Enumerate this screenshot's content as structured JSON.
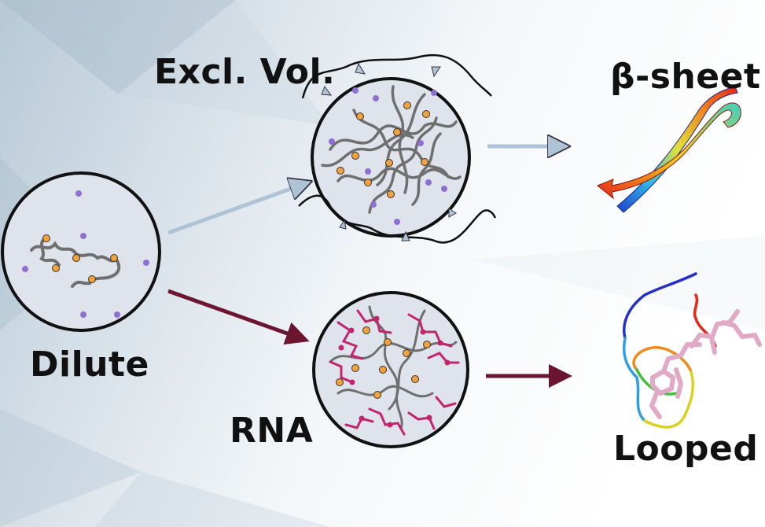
{
  "labels": {
    "excluded_volume": "Excl. Vol.",
    "beta_sheet": "β-sheet",
    "dilute": "Dilute",
    "rna": "RNA",
    "looped": "Looped"
  },
  "colors": {
    "background_light": "#f4f7f9",
    "background_blue": "#b7c9d6",
    "circle_fill": "#dfe3ec",
    "crowder_purple": "#8e6fd2",
    "anchor_orange": "#f3a13b",
    "chain_gray": "#6f6f6f",
    "rna_magenta": "#c3246e",
    "blue_arrow": "#aec3d6",
    "maroon_arrow": "#6b1530",
    "ligand_pink": "#e2a9c6"
  },
  "icons": [
    "dilute-protein-circle",
    "crowded-circle",
    "rna-circle",
    "beta-sheet-ribbon",
    "looped-structure"
  ]
}
